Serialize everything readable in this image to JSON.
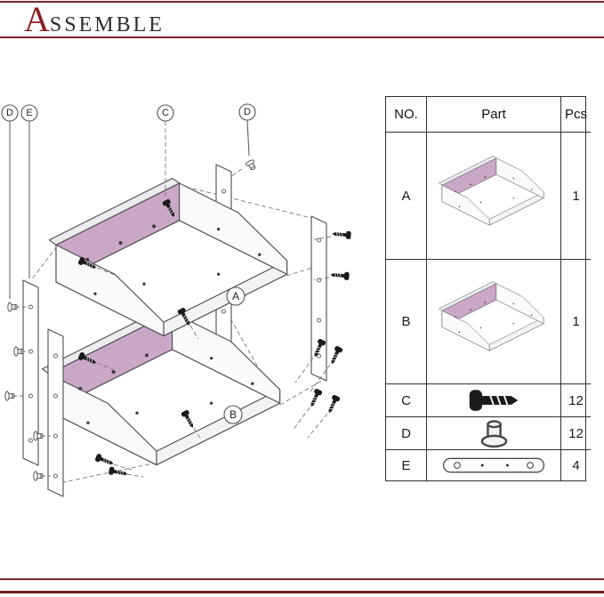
{
  "header": {
    "title_initial": "A",
    "title_rest": "SSEMBLE"
  },
  "colors": {
    "accent": "#7a2525",
    "tray_accent": "#c9a7c7",
    "outline": "#4d4d4d"
  },
  "diagram": {
    "callouts": [
      {
        "label": "D"
      },
      {
        "label": "E"
      },
      {
        "label": "C"
      },
      {
        "label": "D"
      }
    ],
    "tray_labels": [
      {
        "label": "A"
      },
      {
        "label": "B"
      }
    ]
  },
  "table": {
    "headers": {
      "no": "NO.",
      "part": "Part",
      "pcs": "Pcs"
    },
    "rows": [
      {
        "no": "A",
        "pcs": "1",
        "part": "letter-tray-top"
      },
      {
        "no": "B",
        "pcs": "1",
        "part": "letter-tray-bottom"
      },
      {
        "no": "C",
        "pcs": "12",
        "part": "screw"
      },
      {
        "no": "D",
        "pcs": "12",
        "part": "cap-nut"
      },
      {
        "no": "E",
        "pcs": "4",
        "part": "side-rail-strip"
      }
    ]
  }
}
